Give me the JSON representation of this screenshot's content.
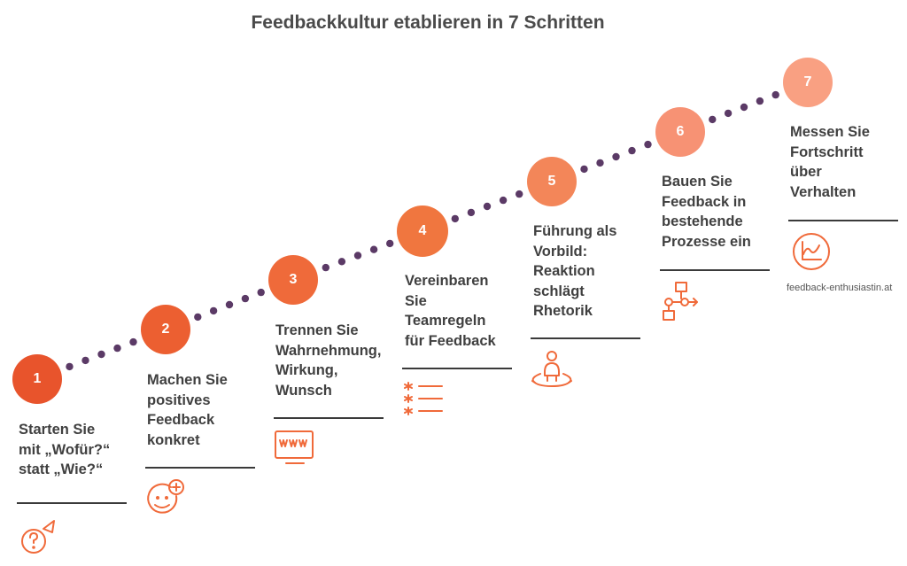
{
  "title": "Feedbackkultur etablieren in 7 Schritten",
  "colors": {
    "step1": "#e8542c",
    "step2": "#ec5f31",
    "step3": "#ef6a3a",
    "step4": "#f0763f",
    "step5": "#f38659",
    "step6": "#f79274",
    "step7": "#f9a082",
    "dot": "#5b3a66",
    "text": "#404040",
    "icon": "#f06a3a"
  },
  "steps": [
    {
      "number": "1",
      "lines": [
        "Starten Sie",
        "mit „Wofür?“",
        "statt „Wie?“"
      ],
      "icon": "question-hand-icon"
    },
    {
      "number": "2",
      "lines": [
        "Machen Sie",
        "positives",
        "Feedback",
        "konkret"
      ],
      "icon": "smiley-plus-icon"
    },
    {
      "number": "3",
      "lines": [
        "Trennen Sie",
        "Wahrnehmung,",
        "Wirkung,",
        "Wunsch"
      ],
      "icon": "www-monitor-icon"
    },
    {
      "number": "4",
      "lines": [
        "Vereinbaren",
        "Sie",
        "Teamregeln",
        "für Feedback"
      ],
      "icon": "asterisk-list-icon"
    },
    {
      "number": "5",
      "lines": [
        "Führung als",
        "Vorbild:",
        "Reaktion",
        "schlägt",
        "Rhetorik"
      ],
      "icon": "person-orbit-icon"
    },
    {
      "number": "6",
      "lines": [
        "Bauen Sie",
        "Feedback in",
        "bestehende",
        "Prozesse ein"
      ],
      "icon": "process-flow-icon"
    },
    {
      "number": "7",
      "lines": [
        "Messen Sie",
        "Fortschritt",
        "über",
        "Verhalten"
      ],
      "icon": "chart-circle-icon"
    }
  ],
  "credit": "feedback-enthusiastin.at"
}
